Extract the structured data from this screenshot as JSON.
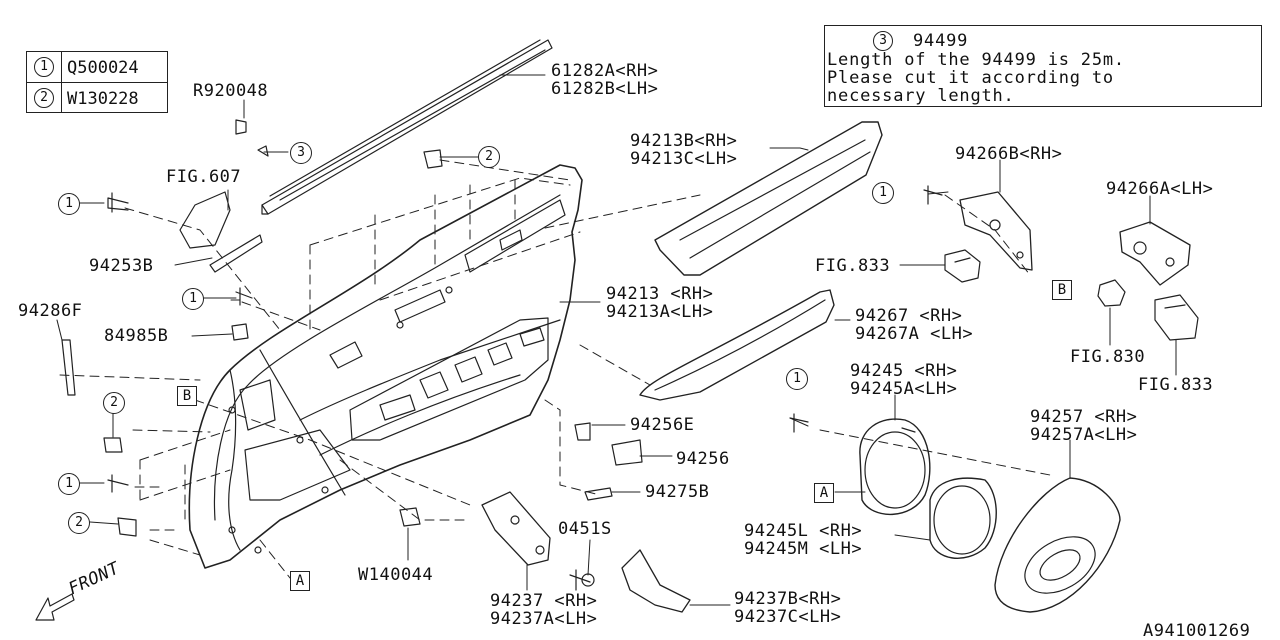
{
  "legend": [
    {
      "num": "1",
      "code": "Q500024"
    },
    {
      "num": "2",
      "code": "W130228"
    }
  ],
  "note": {
    "num": "3",
    "part": "94499",
    "lines": [
      "Length of the 94499 is 25m.",
      "Please cut it according to",
      "necessary length."
    ]
  },
  "labels": {
    "l61282a": "61282A<RH>",
    "l61282b": "61282B<LH>",
    "r920048": "R920048",
    "fig607": "FIG.607",
    "l94213b": "94213B<RH>",
    "l94213c": "94213C<LH>",
    "l94266b": "94266B<RH>",
    "l94266a": "94266A<LH>",
    "fig833a": "FIG.833",
    "l94253b": "94253B",
    "l94286f": "94286F",
    "l94213": "94213 <RH>",
    "l94213a": "94213A<LH>",
    "l84985b": "84985B",
    "l94267": "94267  <RH>",
    "l94267a": "94267A <LH>",
    "fig830": "FIG.830",
    "fig833b": "FIG.833",
    "l94245": "94245  <RH>",
    "l94245a": "94245A<LH>",
    "l94257": "94257  <RH>",
    "l94257a": "94257A<LH>",
    "l94256e": "94256E",
    "l94256": "94256",
    "l94275b": "94275B",
    "l0451s": "0451S",
    "l94245l": "94245L <RH>",
    "l94245m": "94245M <LH>",
    "w140044": "W140044",
    "l94237": "94237  <RH>",
    "l94237a": "94237A<LH>",
    "l94237b": "94237B<RH>",
    "l94237c": "94237C<LH>",
    "front": "FRONT",
    "diagram_id": "A941001269"
  },
  "callouts": {
    "c1": "1",
    "c2": "2",
    "c3": "3",
    "refA": "A",
    "refB": "B"
  }
}
